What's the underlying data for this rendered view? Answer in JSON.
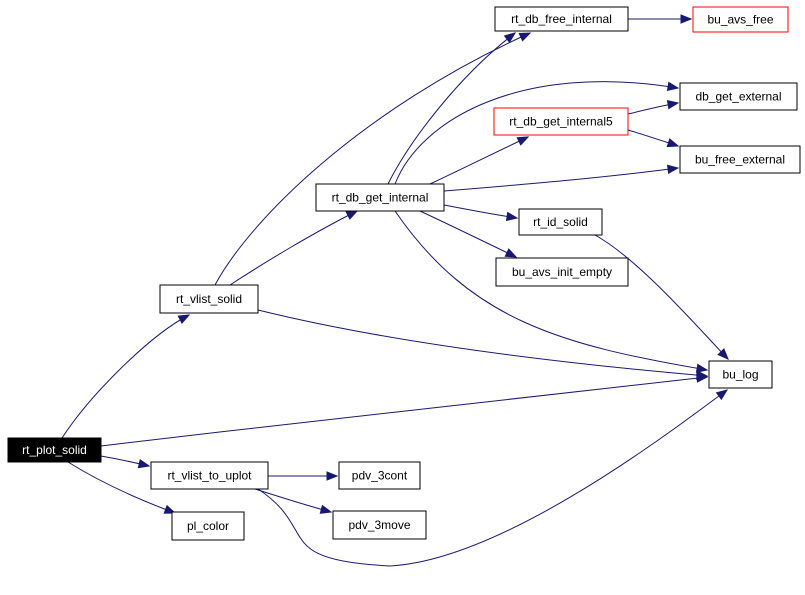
{
  "colors": {
    "edge": "#191970",
    "node_border": "#000000",
    "truncated_border": "#ff0000",
    "root_fill": "#000000",
    "root_text": "#ffffff"
  },
  "nodes": {
    "rt_plot_solid": {
      "label": "rt_plot_solid",
      "style": "root"
    },
    "rt_vlist_solid": {
      "label": "rt_vlist_solid",
      "style": "normal"
    },
    "rt_vlist_to_uplot": {
      "label": "rt_vlist_to_uplot",
      "style": "normal"
    },
    "pl_color": {
      "label": "pl_color",
      "style": "normal"
    },
    "rt_db_get_internal": {
      "label": "rt_db_get_internal",
      "style": "normal"
    },
    "rt_db_free_internal": {
      "label": "rt_db_free_internal",
      "style": "normal"
    },
    "bu_avs_free": {
      "label": "bu_avs_free",
      "style": "truncated"
    },
    "db_get_external": {
      "label": "db_get_external",
      "style": "normal"
    },
    "rt_db_get_internal5": {
      "label": "rt_db_get_internal5",
      "style": "truncated"
    },
    "bu_free_external": {
      "label": "bu_free_external",
      "style": "normal"
    },
    "rt_id_solid": {
      "label": "rt_id_solid",
      "style": "normal"
    },
    "bu_avs_init_empty": {
      "label": "bu_avs_init_empty",
      "style": "normal"
    },
    "bu_log": {
      "label": "bu_log",
      "style": "normal"
    },
    "pdv_3cont": {
      "label": "pdv_3cont",
      "style": "normal"
    },
    "pdv_3move": {
      "label": "pdv_3move",
      "style": "normal"
    }
  },
  "edges": [
    {
      "from": "rt_plot_solid",
      "to": "rt_vlist_solid"
    },
    {
      "from": "rt_plot_solid",
      "to": "bu_log"
    },
    {
      "from": "rt_plot_solid",
      "to": "rt_vlist_to_uplot"
    },
    {
      "from": "rt_plot_solid",
      "to": "pl_color"
    },
    {
      "from": "rt_vlist_solid",
      "to": "rt_db_free_internal"
    },
    {
      "from": "rt_vlist_solid",
      "to": "rt_db_get_internal"
    },
    {
      "from": "rt_vlist_solid",
      "to": "bu_log"
    },
    {
      "from": "rt_db_free_internal",
      "to": "bu_avs_free"
    },
    {
      "from": "rt_db_get_internal",
      "to": "rt_db_free_internal"
    },
    {
      "from": "rt_db_get_internal",
      "to": "db_get_external"
    },
    {
      "from": "rt_db_get_internal",
      "to": "rt_db_get_internal5"
    },
    {
      "from": "rt_db_get_internal",
      "to": "bu_free_external"
    },
    {
      "from": "rt_db_get_internal",
      "to": "rt_id_solid"
    },
    {
      "from": "rt_db_get_internal",
      "to": "bu_avs_init_empty"
    },
    {
      "from": "rt_db_get_internal",
      "to": "bu_log"
    },
    {
      "from": "rt_db_get_internal5",
      "to": "db_get_external"
    },
    {
      "from": "rt_db_get_internal5",
      "to": "bu_free_external"
    },
    {
      "from": "rt_id_solid",
      "to": "bu_log"
    },
    {
      "from": "rt_vlist_to_uplot",
      "to": "pdv_3cont"
    },
    {
      "from": "rt_vlist_to_uplot",
      "to": "pdv_3move"
    },
    {
      "from": "rt_vlist_to_uplot",
      "to": "bu_log"
    }
  ]
}
